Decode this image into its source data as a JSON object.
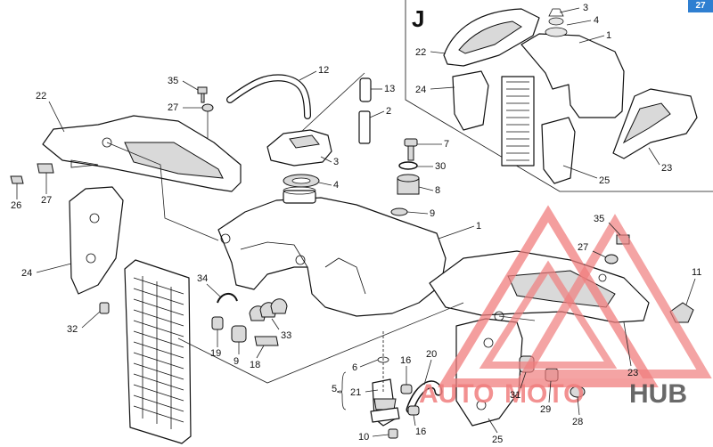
{
  "inset_label": "J",
  "corner_tab": "27",
  "watermark": {
    "auto": "AUTO",
    "moto": "MOTO",
    "hub": "HUB",
    "color": "#f07e7e"
  },
  "callouts": {
    "c1a": "1",
    "c1b": "1",
    "c2": "2",
    "c3a": "3",
    "c3b": "3",
    "c4a": "4",
    "c4b": "4",
    "c5": "5",
    "c6": "6",
    "c7": "7",
    "c8": "8",
    "c9a": "9",
    "c9b": "9",
    "c10": "10",
    "c11": "11",
    "c12": "12",
    "c13": "13",
    "c16a": "16",
    "c16b": "16",
    "c18": "18",
    "c19": "19",
    "c20": "20",
    "c21": "21",
    "c22a": "22",
    "c22b": "22",
    "c23a": "23",
    "c23b": "23",
    "c24a": "24",
    "c24b": "24",
    "c25a": "25",
    "c25b": "25",
    "c26": "26",
    "c27a": "27",
    "c27b": "27",
    "c27c": "27",
    "c28": "28",
    "c29": "29",
    "c30": "30",
    "c31": "31",
    "c32": "32",
    "c33": "33",
    "c34": "34",
    "c35a": "35",
    "c35b": "35"
  }
}
